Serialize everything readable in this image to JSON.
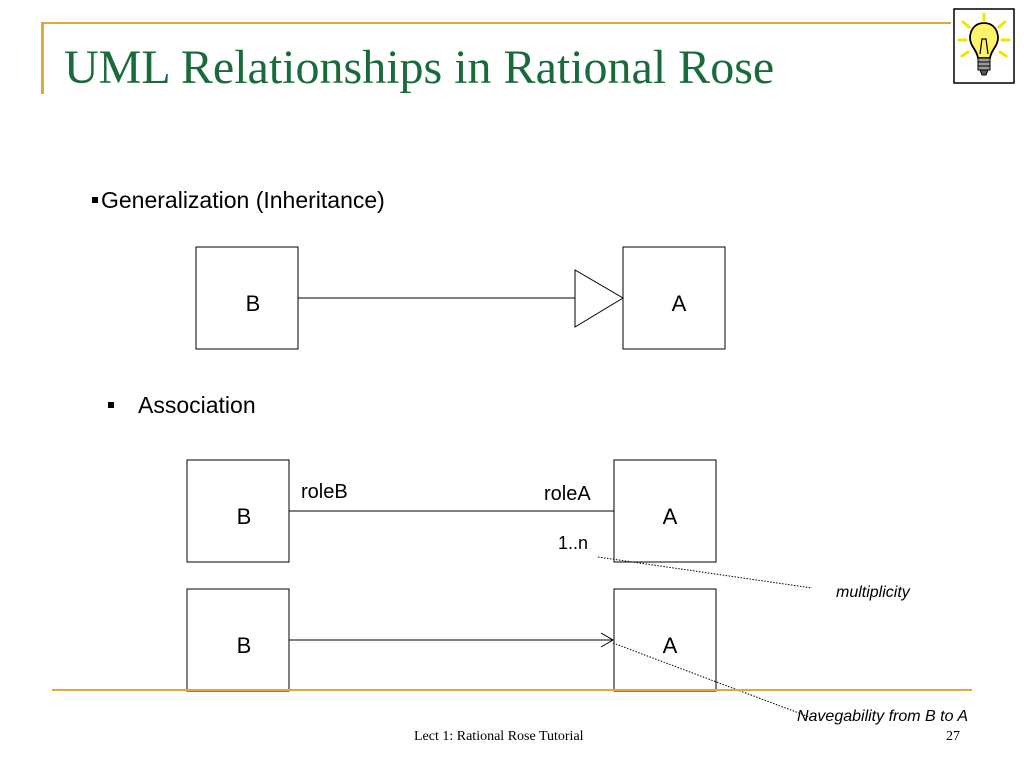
{
  "slide": {
    "title": "UML Relationships in Rational Rose",
    "footer": "Lect 1: Rational Rose Tutorial",
    "page_number": "27",
    "accent_color": "#e1a93a",
    "title_color": "#1a6b3c",
    "corner_icon": "lightbulb-icon"
  },
  "sections": {
    "generalization": {
      "heading": "Generalization (Inheritance)",
      "class_left": "B",
      "class_right": "A"
    },
    "association": {
      "heading": "Association",
      "class_left": "B",
      "class_right": "A",
      "role_left": "roleB",
      "role_right": "roleA",
      "multiplicity": "1..n",
      "multiplicity_note": "multiplicity"
    },
    "navigability": {
      "class_left": "B",
      "class_right": "A",
      "note": "Navegability from B to A"
    }
  }
}
